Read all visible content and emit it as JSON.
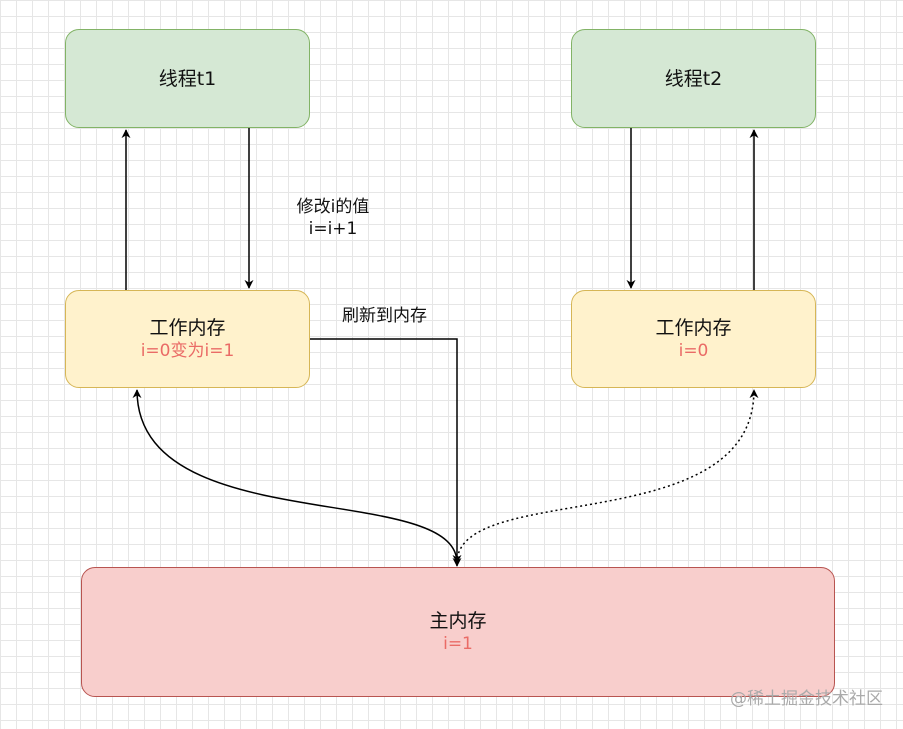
{
  "nodes": {
    "thread_t1": {
      "title": "线程t1"
    },
    "thread_t2": {
      "title": "线程t2"
    },
    "work_mem_1": {
      "title": "工作内存",
      "value": "i=0变为i=1"
    },
    "work_mem_2": {
      "title": "工作内存",
      "value": "i=0"
    },
    "main_mem": {
      "title": "主内存",
      "value": "i=1"
    }
  },
  "labels": {
    "modify_line1": "修改i的值",
    "modify_line2": "i=i+1",
    "flush": "刷新到内存"
  },
  "watermark": "@稀土掘金技术社区",
  "colors": {
    "thread_fill": "#d5e8d4",
    "thread_stroke": "#82b366",
    "work_fill": "#fff2cc",
    "work_stroke": "#d6b656",
    "main_fill": "#f8cecc",
    "main_stroke": "#b85450",
    "value_text": "#ea6b66"
  }
}
